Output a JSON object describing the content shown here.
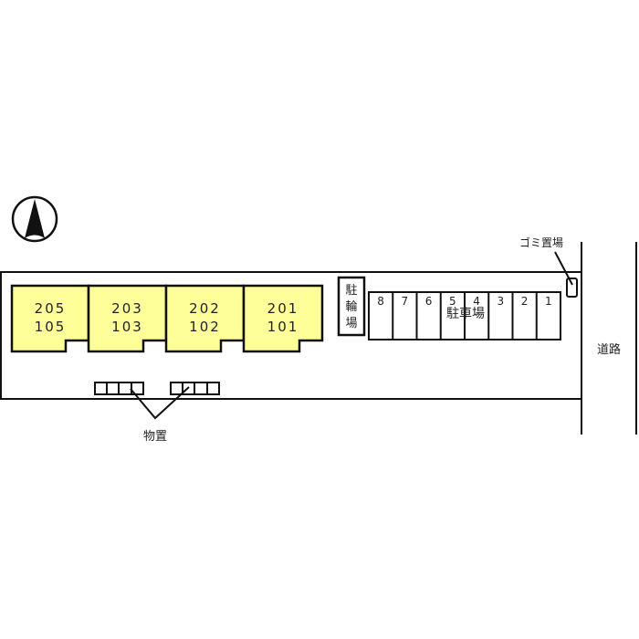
{
  "compass": {
    "label": "north-arrow"
  },
  "units": [
    {
      "upper": "205",
      "lower": "105"
    },
    {
      "upper": "203",
      "lower": "103"
    },
    {
      "upper": "202",
      "lower": "102"
    },
    {
      "upper": "201",
      "lower": "101"
    }
  ],
  "storage_label": "物置",
  "bicycle_parking": [
    "駐",
    "輪",
    "場"
  ],
  "parking": {
    "label": "駐車場",
    "spaces": [
      "8",
      "7",
      "6",
      "5",
      "4",
      "3",
      "2",
      "1"
    ]
  },
  "garbage_label": "ゴミ置場",
  "road_label": "道路",
  "colors": {
    "unit_fill": "#ffff99",
    "line": "#111111"
  }
}
